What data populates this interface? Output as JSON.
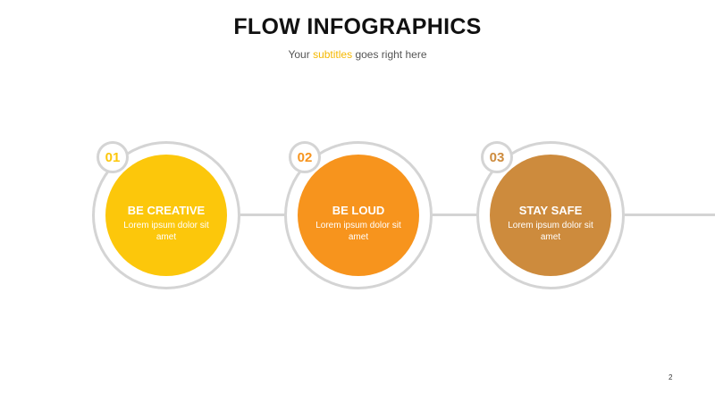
{
  "header": {
    "title": "FLOW INFOGRAPHICS",
    "subtitle_before": "Your ",
    "subtitle_highlight": "subtitles",
    "subtitle_after": " goes right here"
  },
  "steps": [
    {
      "number": "01",
      "heading": "BE CREATIVE",
      "body": "Lorem ipsum dolor sit amet",
      "color": "#fcc70b"
    },
    {
      "number": "02",
      "heading": "BE LOUD",
      "body": "Lorem ipsum dolor sit amet",
      "color": "#f7941d"
    },
    {
      "number": "03",
      "heading": "STAY SAFE",
      "body": "Lorem ipsum dolor sit amet",
      "color": "#cd8b3d"
    }
  ],
  "footer": {
    "page_number": "2"
  }
}
